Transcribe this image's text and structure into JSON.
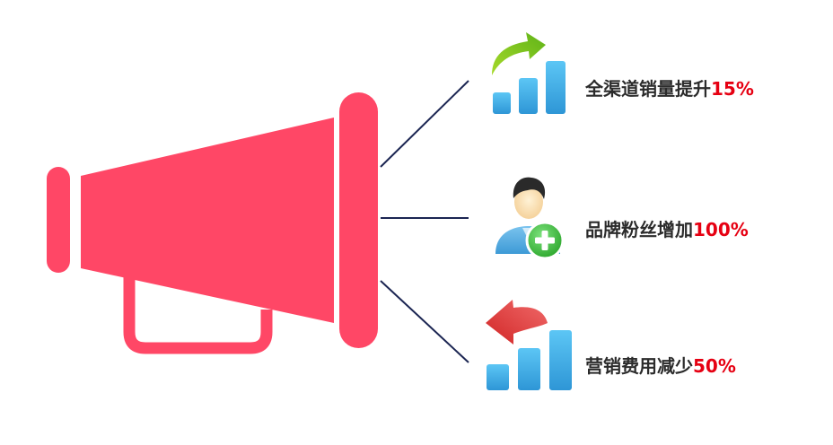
{
  "colors": {
    "megaphone": "#ff4766",
    "connector_line": "#1b2552",
    "bar_blue": "#3aaee8",
    "arrow_green": "#7cc31c",
    "arrow_red": "#e23b3b",
    "plus_green": "#3cc43c",
    "text_dark": "#2b2b2b",
    "text_highlight": "#e60012"
  },
  "items": [
    {
      "icon": "bar-chart-up-arrow-icon",
      "text": "全渠道销量提升",
      "value": "15%"
    },
    {
      "icon": "add-user-icon",
      "text": "品牌粉丝增加",
      "value": "100%"
    },
    {
      "icon": "bar-chart-down-arrow-icon",
      "text": "营销费用减少",
      "value": "50%"
    }
  ]
}
